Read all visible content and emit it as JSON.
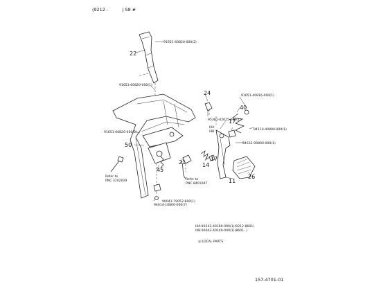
{
  "header": {
    "left": "(9212 -",
    "right": ")  S8 #"
  },
  "callouts": {
    "c22": "22",
    "c24": "24",
    "c40": "40",
    "c17a": "17",
    "c17b": "17",
    "c50": "50",
    "c21": "21",
    "c14": "14",
    "c45": "45",
    "c11": "11",
    "c26": "26"
  },
  "part_labels": {
    "p1": "91651-60820-000(2)",
    "p2": "91651-60820-000(1)",
    "p3": "91651-40816-000(1)",
    "p4": "95381-02015-000(1)",
    "p5": "91651-60820-000(2)",
    "p6": "94110-40800-000(1)",
    "p7": "94531-00800-000(1)",
    "p8": "90041-79052-800(1)",
    "p9": "94614-10800-000(7)"
  },
  "refs": {
    "r1_line1": "Refer to",
    "r1_line2": "PNC 3102029",
    "r2_line1": "Refer to",
    "r2_line2": "PNC 8401047"
  },
  "small_marks": {
    "m1": "IIIA",
    "m2": "IIIB"
  },
  "notes": {
    "n1": "IIIA:90342-40169-000(1)(9212-8601)",
    "n2": "IIIB:90042-40140-000(1)(8601-        )",
    "local": "◎:LOCAL PARTS"
  },
  "page_code": "157-4701-01"
}
